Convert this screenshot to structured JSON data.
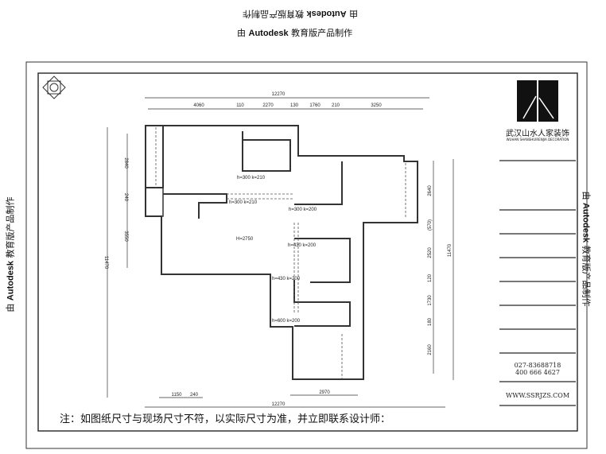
{
  "watermark": {
    "prefix": "由",
    "brand": "Autodesk",
    "suffix": "教育版产品制作"
  },
  "dimensions": {
    "top_total": "12270",
    "top_segments": [
      "4060",
      "110",
      "2270",
      "130",
      "1760",
      "210",
      "3250"
    ],
    "left_total": "11470",
    "left_segments": [
      "2840",
      "240",
      "3550"
    ],
    "right_total": "11470",
    "right_segments": [
      "2640",
      "(570)",
      "2520",
      "120",
      "1730",
      "180",
      "2160"
    ],
    "bottom_total": "12270",
    "bottom_segments": [
      "1150",
      "240",
      "2970"
    ]
  },
  "plan_labels": {
    "room": "H=2750",
    "openings": [
      "h=300 k=210",
      "h=300 k=210",
      "h=300 k=200",
      "h=430 k=200",
      "h=430 k=200",
      "h=600 k=200"
    ]
  },
  "note": "注：如图纸尺寸与现场尺寸不符，以实际尺寸为准，并立即联系设计师：",
  "title_block": {
    "company": "武汉山水人家装饰",
    "company_en": "WUHAN SHANSHUIRENJIA DECORATION",
    "tel1": "027-83688718",
    "tel2": "400 666 4627",
    "website": "WWW.SSRJZS.COM"
  }
}
